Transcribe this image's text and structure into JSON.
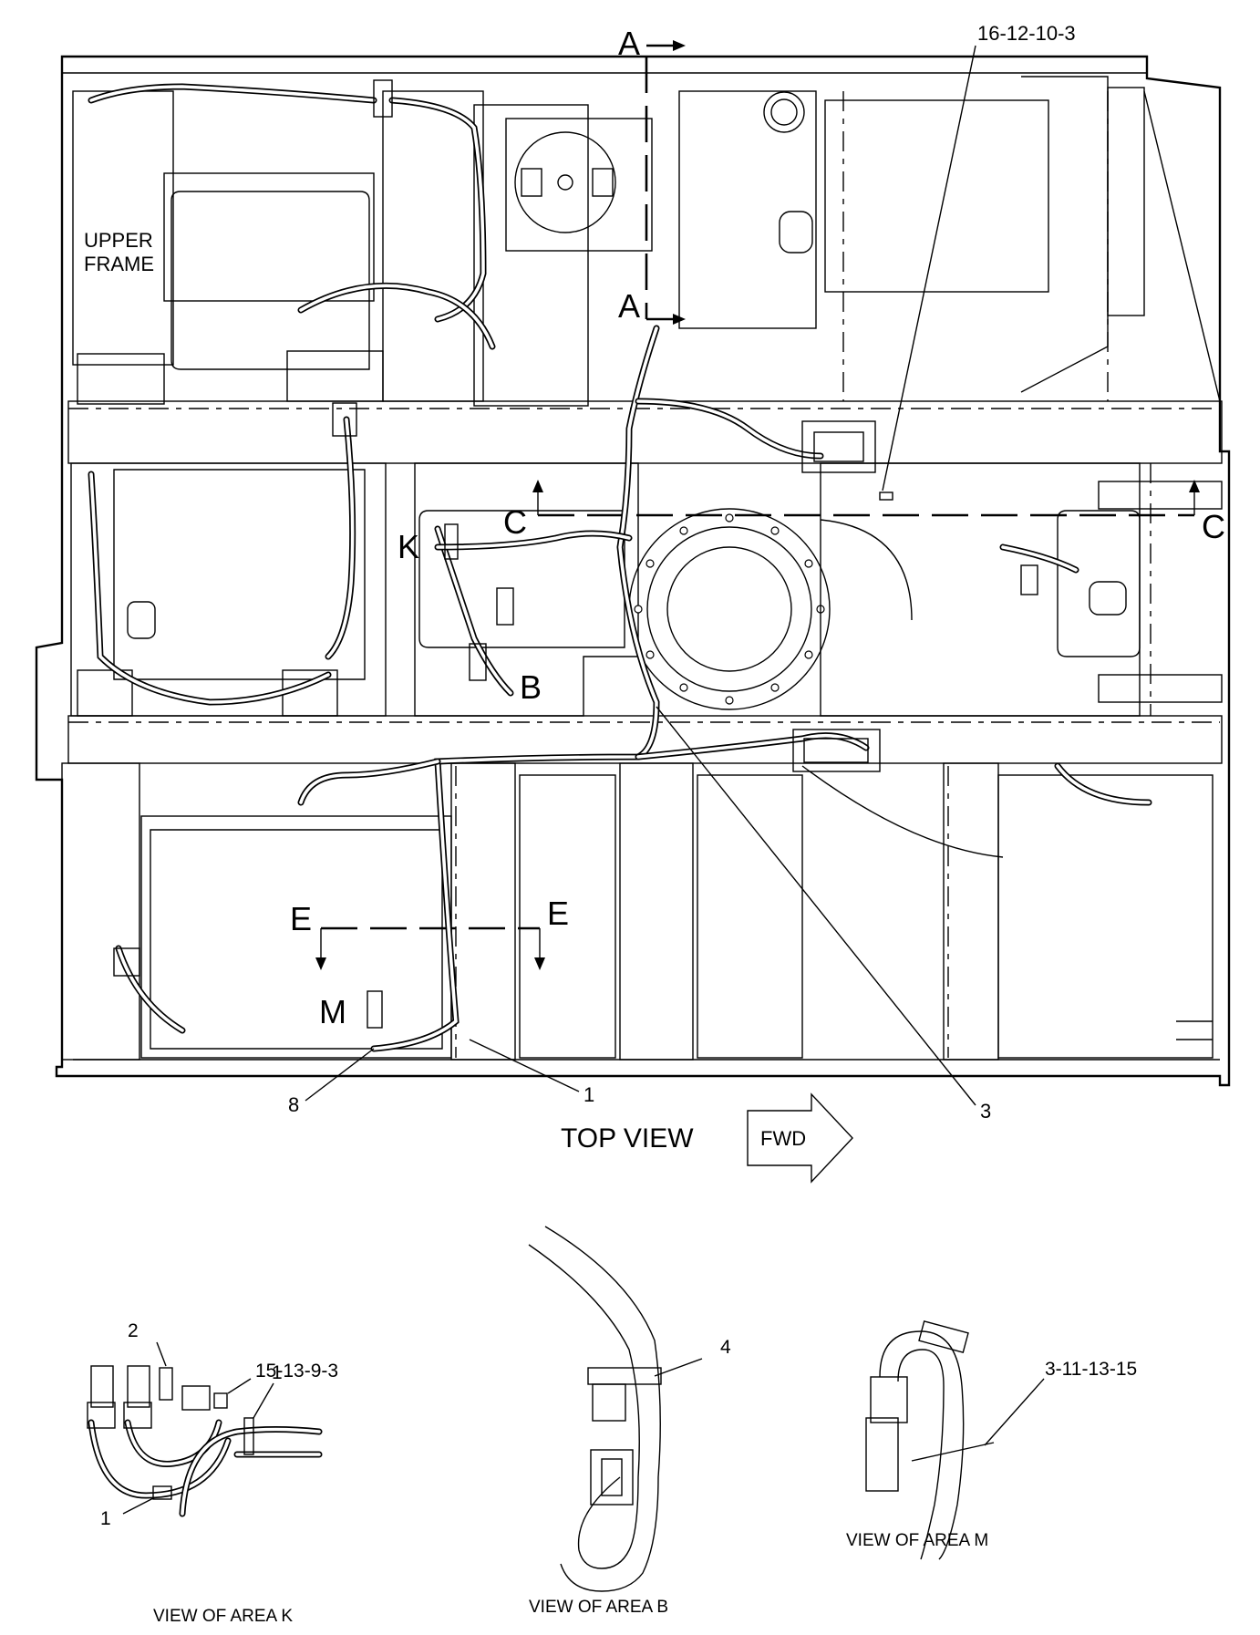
{
  "main_view": {
    "upper_frame_line1": "UPPER",
    "upper_frame_line2": "FRAME",
    "section_a": "A",
    "section_c": "C",
    "section_e": "E",
    "area_k": "K",
    "area_b": "B",
    "area_m": "M",
    "callout_16_12_10_3": "16-12-10-3",
    "callout_8": "8",
    "callout_1": "1",
    "callout_3": "3",
    "view_title": "TOP VIEW",
    "fwd_label": "FWD"
  },
  "detail_k": {
    "caption": "VIEW OF AREA  K",
    "callout_2": "2",
    "callout_15_13_9_3": "15-13-9-3",
    "callout_1_upper": "1",
    "callout_1_lower": "1"
  },
  "detail_b": {
    "caption": "VIEW OF AREA  B",
    "callout_4": "4"
  },
  "detail_m": {
    "caption": "VIEW OF AREA  M",
    "callout_3_11_13_15": "3-11-13-15"
  }
}
